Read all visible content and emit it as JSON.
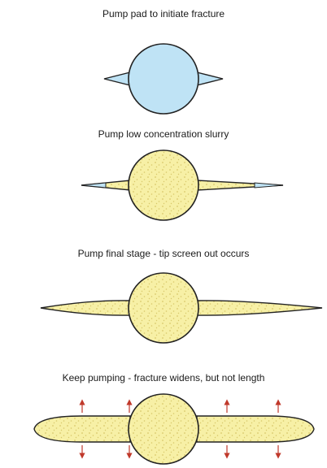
{
  "stages": [
    {
      "caption": "Pump pad to initiate fracture",
      "fill_state": "pad"
    },
    {
      "caption": "Pump low concentration slurry",
      "fill_state": "partial_slurry"
    },
    {
      "caption": "Pump final stage - tip screen out occurs",
      "fill_state": "full_slurry"
    },
    {
      "caption": "Keep pumping - fracture widens, but not length",
      "fill_state": "widening",
      "arrow_count": 8
    }
  ],
  "colors": {
    "pad_fluid": "#bfe3f5",
    "slurry": "#f7f0a6",
    "proppant_dots": "#d8c86a",
    "outline": "#222222",
    "arrows": "#c0392b"
  }
}
